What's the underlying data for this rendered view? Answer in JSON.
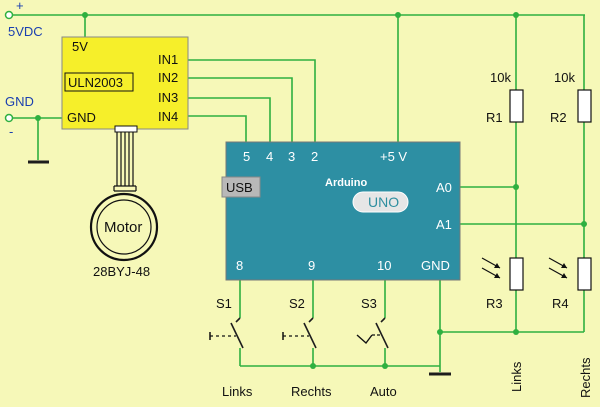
{
  "power": {
    "plus": "+",
    "vdc": "5VDC",
    "gnd": "GND",
    "minus": "-"
  },
  "driver": {
    "name": "ULN2003",
    "pin_5v": "5V",
    "pin_gnd": "GND",
    "inputs": [
      "IN1",
      "IN2",
      "IN3",
      "IN4"
    ],
    "color": "#f6ef2a"
  },
  "motor": {
    "label": "Motor",
    "model": "28BYJ-48"
  },
  "arduino": {
    "title": "Arduino",
    "model": "UNO",
    "usb": "USB",
    "top_pins": [
      "5",
      "4",
      "3",
      "2"
    ],
    "vcc_pin": "+5 V",
    "analog_pins": [
      "A0",
      "A1"
    ],
    "bottom_pins": [
      "8",
      "9",
      "10"
    ],
    "gnd_pin": "GND",
    "color": "#2d8fa3"
  },
  "resistors": {
    "r1_value": "10k",
    "r1_name": "R1",
    "r2_value": "10k",
    "r2_name": "R2",
    "r3_name": "R3",
    "r4_name": "R4"
  },
  "switches": {
    "s1": "S1",
    "s2": "S2",
    "s3": "S3",
    "captions": [
      "Links",
      "Rechts",
      "Auto"
    ]
  },
  "sensors": {
    "links": "Links",
    "rechts": "Rechts"
  },
  "colors": {
    "wire": "#2fb040",
    "background": "#f6f8b8"
  }
}
